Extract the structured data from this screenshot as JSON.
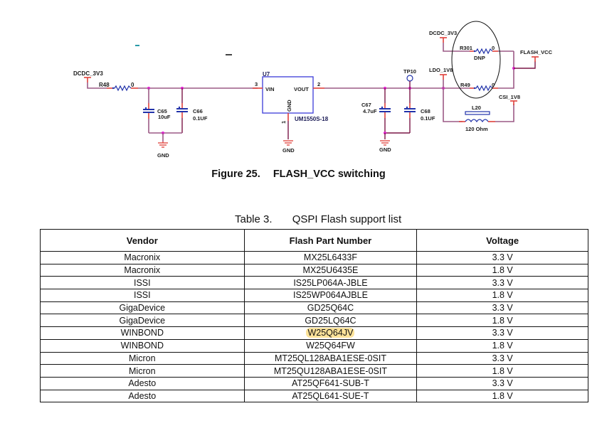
{
  "schematic": {
    "nets": {
      "dcdc_3v3_left": "DCDC_3V3",
      "dcdc_3v3_right": "DCDC_3V3",
      "ldo_1v8": "LDO_1V8",
      "flash_vcc": "FLASH_VCC",
      "csi_1v8": "CSI_1V8",
      "gnd": "GND"
    },
    "components": {
      "r48": {
        "ref": "R48",
        "value": "0"
      },
      "c65": {
        "ref": "C65",
        "value": "10uF"
      },
      "c66": {
        "ref": "C66",
        "value": "0.1UF"
      },
      "u7": {
        "ref": "U7",
        "part": "UM1550S-18",
        "pin_vin": "VIN",
        "pin_vout": "VOUT",
        "pin_gnd": "GND",
        "pin3": "3",
        "pin2": "2",
        "pin1": "1"
      },
      "c67": {
        "ref": "C67",
        "value": "4.7uF"
      },
      "c68": {
        "ref": "C68",
        "value": "0.1UF"
      },
      "tp10": {
        "ref": "TP10"
      },
      "r301": {
        "ref": "R301",
        "value": "0",
        "note": "DNP"
      },
      "r49": {
        "ref": "R49",
        "value": "0"
      },
      "l20": {
        "ref": "L20",
        "value": "120 Ohm"
      }
    }
  },
  "figure": {
    "number": "Figure 25.",
    "title": "FLASH_VCC switching"
  },
  "table": {
    "number": "Table 3.",
    "title": "QSPI Flash support list",
    "headers": [
      "Vendor",
      "Flash Part Number",
      "Voltage"
    ],
    "highlight_color": "#fde39a",
    "rows": [
      {
        "vendor": "Macronix",
        "part": "MX25L6433F",
        "voltage": "3.3 V"
      },
      {
        "vendor": "Macronix",
        "part": "MX25U6435E",
        "voltage": "1.8 V"
      },
      {
        "vendor": "ISSI",
        "part": "IS25LP064A-JBLE",
        "voltage": "3.3 V"
      },
      {
        "vendor": "ISSI",
        "part": "IS25WP064AJBLE",
        "voltage": "1.8 V"
      },
      {
        "vendor": "GigaDevice",
        "part": "GD25Q64C",
        "voltage": "3.3 V"
      },
      {
        "vendor": "GigaDevice",
        "part": "GD25LQ64C",
        "voltage": "1.8 V"
      },
      {
        "vendor": "WINBOND",
        "part": "W25Q64JV",
        "voltage": "3.3 V",
        "highlighted": true
      },
      {
        "vendor": "WINBOND",
        "part": "W25Q64FW",
        "voltage": "1.8 V"
      },
      {
        "vendor": "Micron",
        "part": "MT25QL128ABA1ESE-0SIT",
        "voltage": "3.3 V"
      },
      {
        "vendor": "Micron",
        "part": "MT25QU128ABA1ESE-0SIT",
        "voltage": "1.8 V"
      },
      {
        "vendor": "Adesto",
        "part": "AT25QF641-SUB-T",
        "voltage": "3.3 V"
      },
      {
        "vendor": "Adesto",
        "part": "AT25QL641-SUE-T",
        "voltage": "1.8 V"
      }
    ]
  }
}
